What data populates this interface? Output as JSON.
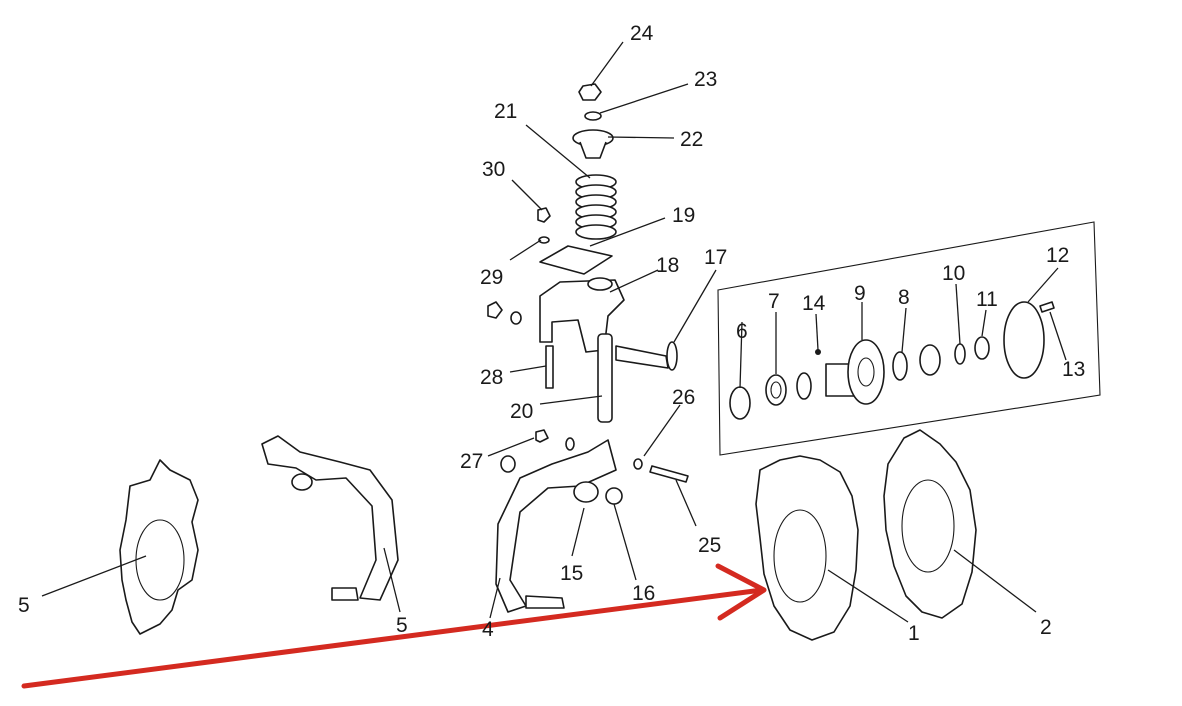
{
  "diagram": {
    "callouts": [
      "1",
      "2",
      "4",
      "5",
      "5",
      "6",
      "7",
      "8",
      "9",
      "10",
      "11",
      "12",
      "13",
      "14",
      "15",
      "16",
      "17",
      "18",
      "19",
      "20",
      "21",
      "22",
      "23",
      "24",
      "25",
      "26",
      "27",
      "28",
      "29",
      "30"
    ],
    "colors": {
      "line": "#1a1a1a",
      "arrow": "#d42a20",
      "background": "#ffffff"
    }
  }
}
